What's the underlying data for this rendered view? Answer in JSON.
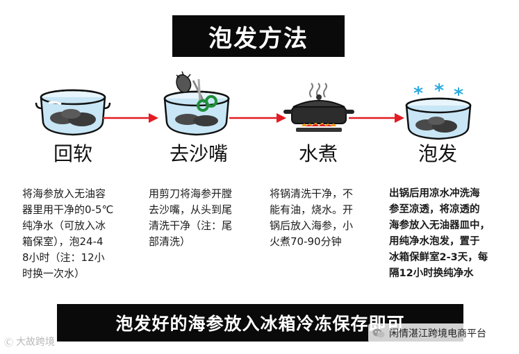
{
  "title": "泡发方法",
  "steps": [
    {
      "label": "回软",
      "icon": "glass-bowl-icon",
      "lines": [
        "将海参放入无油容",
        "器里用干净的0-5℃",
        "纯净水（可放入冰",
        "箱保室），泡24-4",
        "8小时（注：12小",
        "时换一次水）"
      ]
    },
    {
      "label": "去沙嘴",
      "icon": "scissors-bowl-icon",
      "lines": [
        "用剪刀将海参开膛",
        "去沙嘴，从头到尾",
        "清洗干净（注：尾",
        "部清洗）"
      ]
    },
    {
      "label": "水煮",
      "icon": "boiling-pot-icon",
      "lines": [
        "将锅清洗干净，不",
        "能有油，烧水。开",
        "锅后放入海参，小",
        "火煮70-90分钟"
      ]
    },
    {
      "label": "泡发",
      "icon": "chilled-bowl-icon",
      "lines": [
        "出锅后用凉水冲洗海",
        "参至凉透，将凉透的",
        "海参放入无油器皿中，",
        "用纯净水泡发，置于",
        "冰箱保鲜室2-3天，每",
        "隔12小时换纯净水"
      ]
    }
  ],
  "banner": "泡发好的海参放入冰箱冷冻保存即可",
  "watermark_left": "大故跨境",
  "watermark_right": "闲情湛江跨境电商平台",
  "colors": {
    "black": "#0a0a0a",
    "arrow_red": "#e31b23",
    "glass_blue": "#c8e6f5",
    "cucumber_gray": "#4a4a4a",
    "flame_orange": "#f39a1a",
    "snow_blue": "#2aa9e0"
  }
}
